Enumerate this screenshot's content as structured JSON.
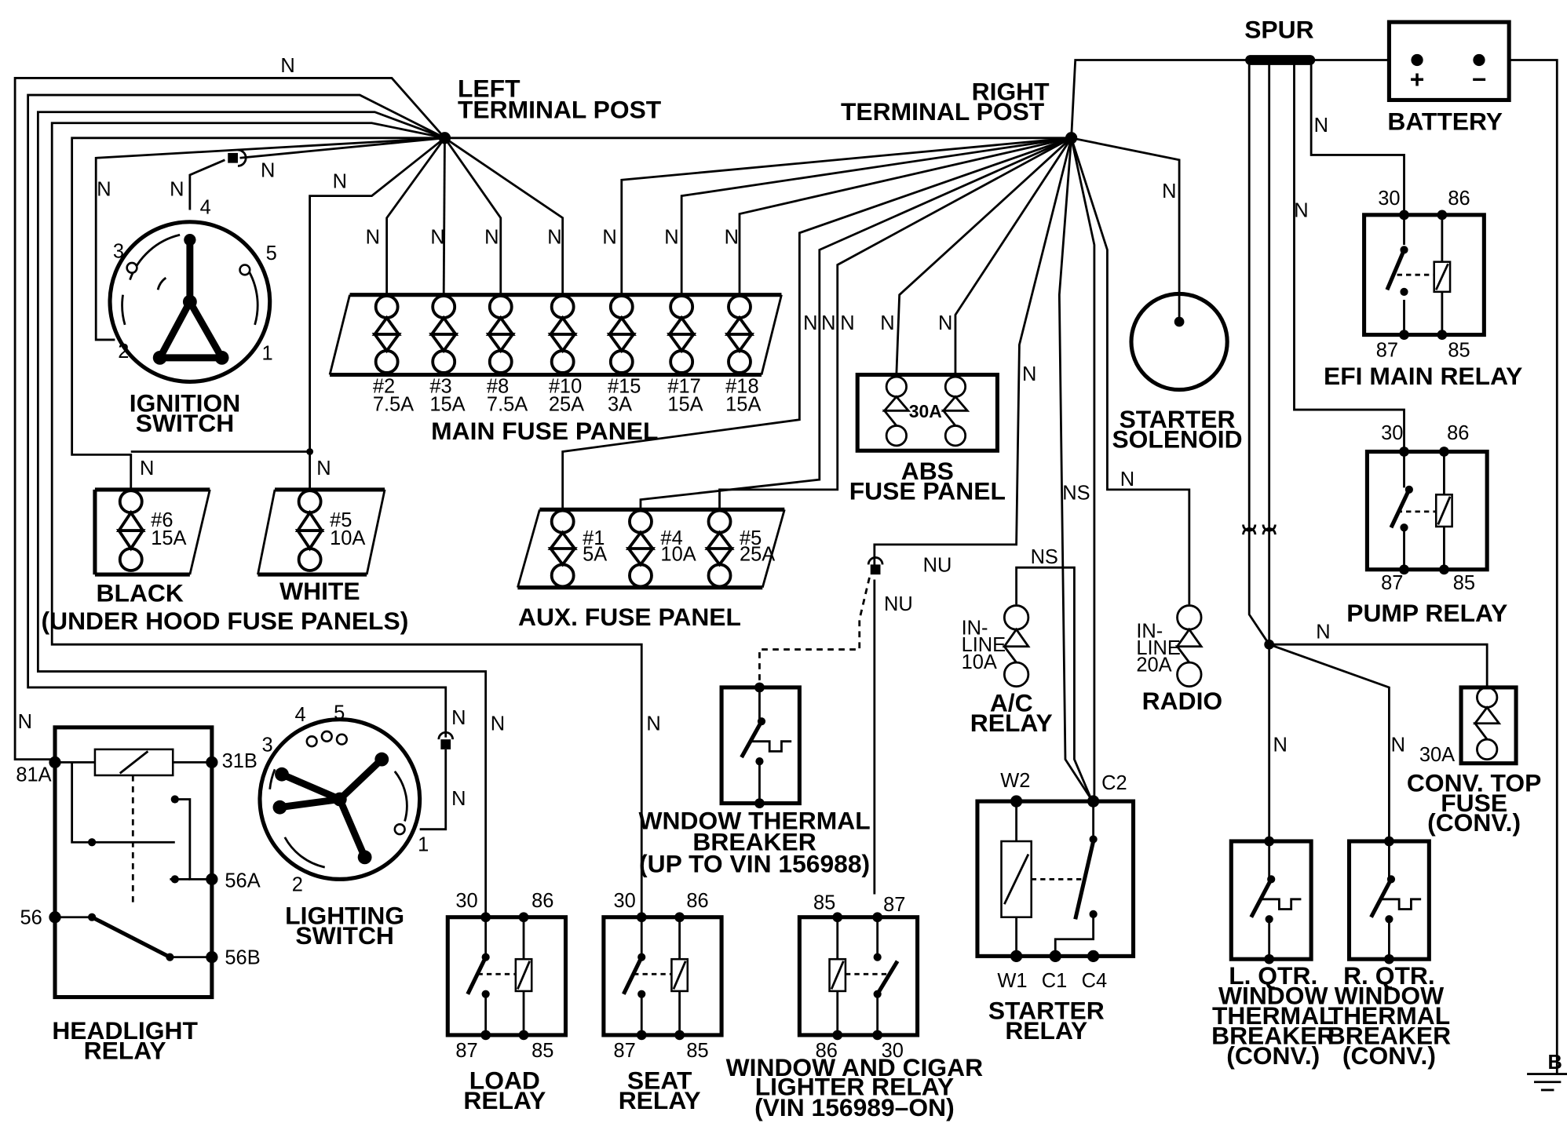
{
  "wire_codes": {
    "n": "N",
    "ns": "NS",
    "nu": "NU",
    "b": "B"
  },
  "main_labels": {
    "left_post": [
      "LEFT",
      "TERMINAL POST"
    ],
    "right_post": [
      "RIGHT",
      "TERMINAL POST"
    ],
    "spur": "SPUR",
    "battery": "BATTERY",
    "battery_plus": "+",
    "battery_minus": "−",
    "ignition_switch": [
      "IGNITION",
      "SWITCH"
    ],
    "main_fuse_panel": "MAIN FUSE PANEL",
    "abs_fuse_panel": [
      "ABS",
      "FUSE PANEL"
    ],
    "aux_fuse_panel": "AUX. FUSE PANEL",
    "black": "BLACK",
    "white": "WHITE",
    "under_hood": "(UNDER HOOD FUSE PANELS)",
    "starter_solenoid": [
      "STARTER",
      "SOLENOID"
    ],
    "efi_main_relay": "EFI MAIN RELAY",
    "pump_relay": "PUMP RELAY",
    "headlight_relay": [
      "HEADLIGHT",
      "RELAY"
    ],
    "lighting_switch": [
      "LIGHTING",
      "SWITCH"
    ],
    "load_relay": [
      "LOAD",
      "RELAY"
    ],
    "seat_relay": [
      "SEAT",
      "RELAY"
    ],
    "window_thermal_breaker": [
      "WNDOW THERMAL",
      "BREAKER",
      "(UP TO VIN 156988)"
    ],
    "window_cigar_relay": [
      "WINDOW AND CIGAR",
      "LIGHTER RELAY",
      "(VIN 156989–ON)"
    ],
    "starter_relay": [
      "STARTER",
      "RELAY"
    ],
    "ac_relay": [
      "A/C",
      "RELAY"
    ],
    "radio": "RADIO",
    "conv_top_fuse": [
      "CONV. TOP",
      "FUSE",
      "(CONV.)"
    ],
    "lqtr": [
      "L. QTR.",
      "WINDOW",
      "THERMAL",
      "BREAKER",
      "(CONV.)"
    ],
    "rqtr": [
      "R. QTR.",
      "WINDOW",
      "THERMAL",
      "BREAKER",
      "(CONV.)"
    ]
  },
  "main_fuses": [
    {
      "id": "#2",
      "amp": "7.5A"
    },
    {
      "id": "#3",
      "amp": "15A"
    },
    {
      "id": "#8",
      "amp": "7.5A"
    },
    {
      "id": "#10",
      "amp": "25A"
    },
    {
      "id": "#15",
      "amp": "3A"
    },
    {
      "id": "#17",
      "amp": "15A"
    },
    {
      "id": "#18",
      "amp": "15A"
    }
  ],
  "aux_fuses": [
    {
      "id": "#1",
      "amp": "5A"
    },
    {
      "id": "#4",
      "amp": "10A"
    },
    {
      "id": "#5",
      "amp": "25A"
    }
  ],
  "underhood_fuses": [
    {
      "id": "#6",
      "amp": "15A"
    },
    {
      "id": "#5",
      "amp": "10A"
    }
  ],
  "abs_fuse": "30A",
  "conv_fuse": "30A",
  "inline_ac": [
    "IN-",
    "LINE",
    "10A"
  ],
  "inline_radio": [
    "IN-",
    "LINE",
    "20A"
  ],
  "ignition_terminals": [
    "1",
    "2",
    "3",
    "4",
    "5"
  ],
  "lighting_terminals": [
    "1",
    "2",
    "3",
    "4",
    "5"
  ],
  "relay_pins": {
    "r30": "30",
    "r85": "85",
    "r86": "86",
    "r87": "87",
    "h81a": "81A",
    "h31b": "31B",
    "h56a": "56A",
    "h56": "56",
    "h56b": "56B",
    "w1": "W1",
    "w2": "W2",
    "c1": "C1",
    "c2": "C2",
    "c4": "C4"
  }
}
